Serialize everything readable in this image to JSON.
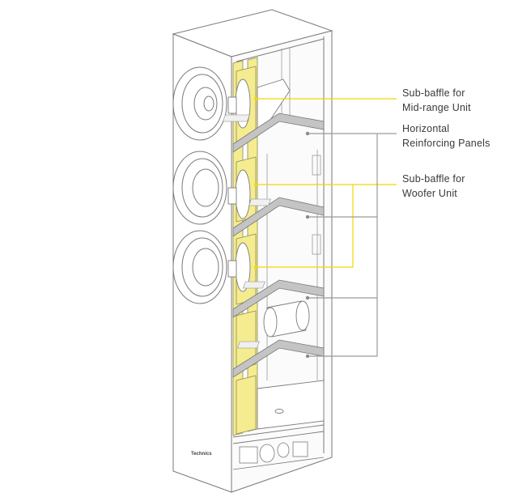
{
  "callouts": {
    "midrange": {
      "line1": "Sub-baffle for",
      "line2": "Mid-range Unit"
    },
    "horizontal": {
      "line1": "Horizontal",
      "line2": "Reinforcing Panels"
    },
    "woofer": {
      "line1": "Sub-baffle for",
      "line2": "Woofer Unit"
    }
  },
  "brand_logo": "Technics",
  "colors": {
    "highlight_yellow": "#f5ec8f",
    "yellow_leader": "#f2d800",
    "gray_leader": "#9a9a9a",
    "outline": "#777777",
    "panel_gray": "#bdbdbd"
  }
}
